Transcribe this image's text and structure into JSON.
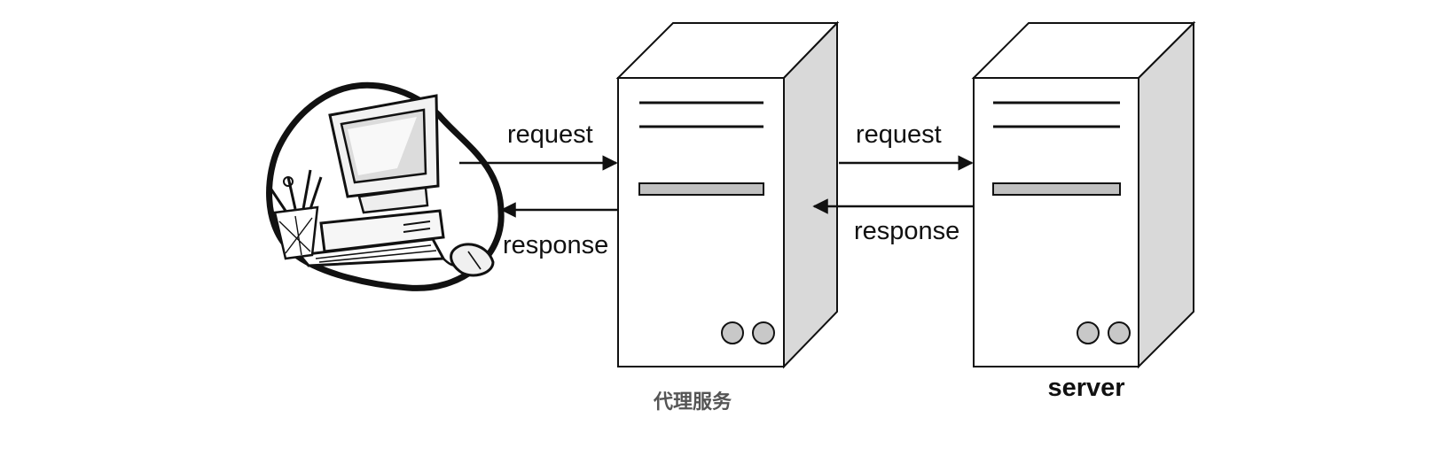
{
  "labels": {
    "client_to_proxy_request": "request",
    "proxy_to_client_response": "response",
    "proxy_to_server_request": "request",
    "server_to_proxy_response": "response"
  },
  "captions": {
    "proxy": "代理服务",
    "server": "server"
  },
  "icons": {
    "client": "desktop-computer-icon",
    "proxy": "tower-server-icon",
    "server": "tower-server-icon"
  },
  "colors": {
    "stroke": "#111111",
    "server_front": "#ffffff",
    "server_side": "#d9d9d9",
    "server_top": "#ffffff",
    "drive_bay": "#c0c0c0",
    "buttons": "#c8c8c8",
    "proxy_caption": "#555555"
  }
}
